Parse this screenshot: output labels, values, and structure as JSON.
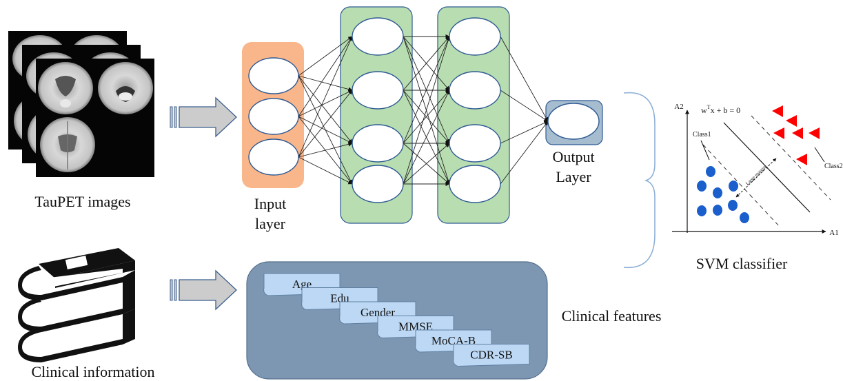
{
  "labels": {
    "taupet_images": "TauPET images",
    "input_layer_1": "Input",
    "input_layer_2": "layer",
    "output_layer_1": "Output",
    "output_layer_2": "Layer",
    "svm_classifier": "SVM classifier",
    "clinical_information": "Clinical information",
    "clinical_features": "Clinical features"
  },
  "clinical_feature_tags": [
    "Age",
    "Edu",
    "Gender",
    "MMSE",
    "MoCA-B",
    "CDR-SB"
  ],
  "network": {
    "input_nodes": 3,
    "hidden_layer_1_nodes": 4,
    "hidden_layer_2_nodes": 4,
    "output_nodes": 1
  },
  "svm_plot": {
    "axis_y": "A2",
    "axis_x": "A1",
    "equation_main": "w",
    "equation_sup": "T",
    "equation_rest": "x + b = 0",
    "class_1": "Class1",
    "class_2": "Class2",
    "margin_label": "Large margin"
  },
  "colors": {
    "input_layer_fill": "#f9b68a",
    "hidden_layer_fill": "#b8ddb0",
    "output_layer_fill": "#a6bccf",
    "features_panel_fill": "#7d97b2",
    "feature_tag_fill": "#bcd8f4",
    "node_stroke": "#2e5a93",
    "class1_color": "#1a5fcc",
    "class2_color": "#ff0000",
    "arrow_fill": "#cccccc"
  },
  "icons": [
    "brain-scan-stack-icon",
    "book-stack-icon",
    "block-arrow-icon",
    "bracket-icon"
  ]
}
